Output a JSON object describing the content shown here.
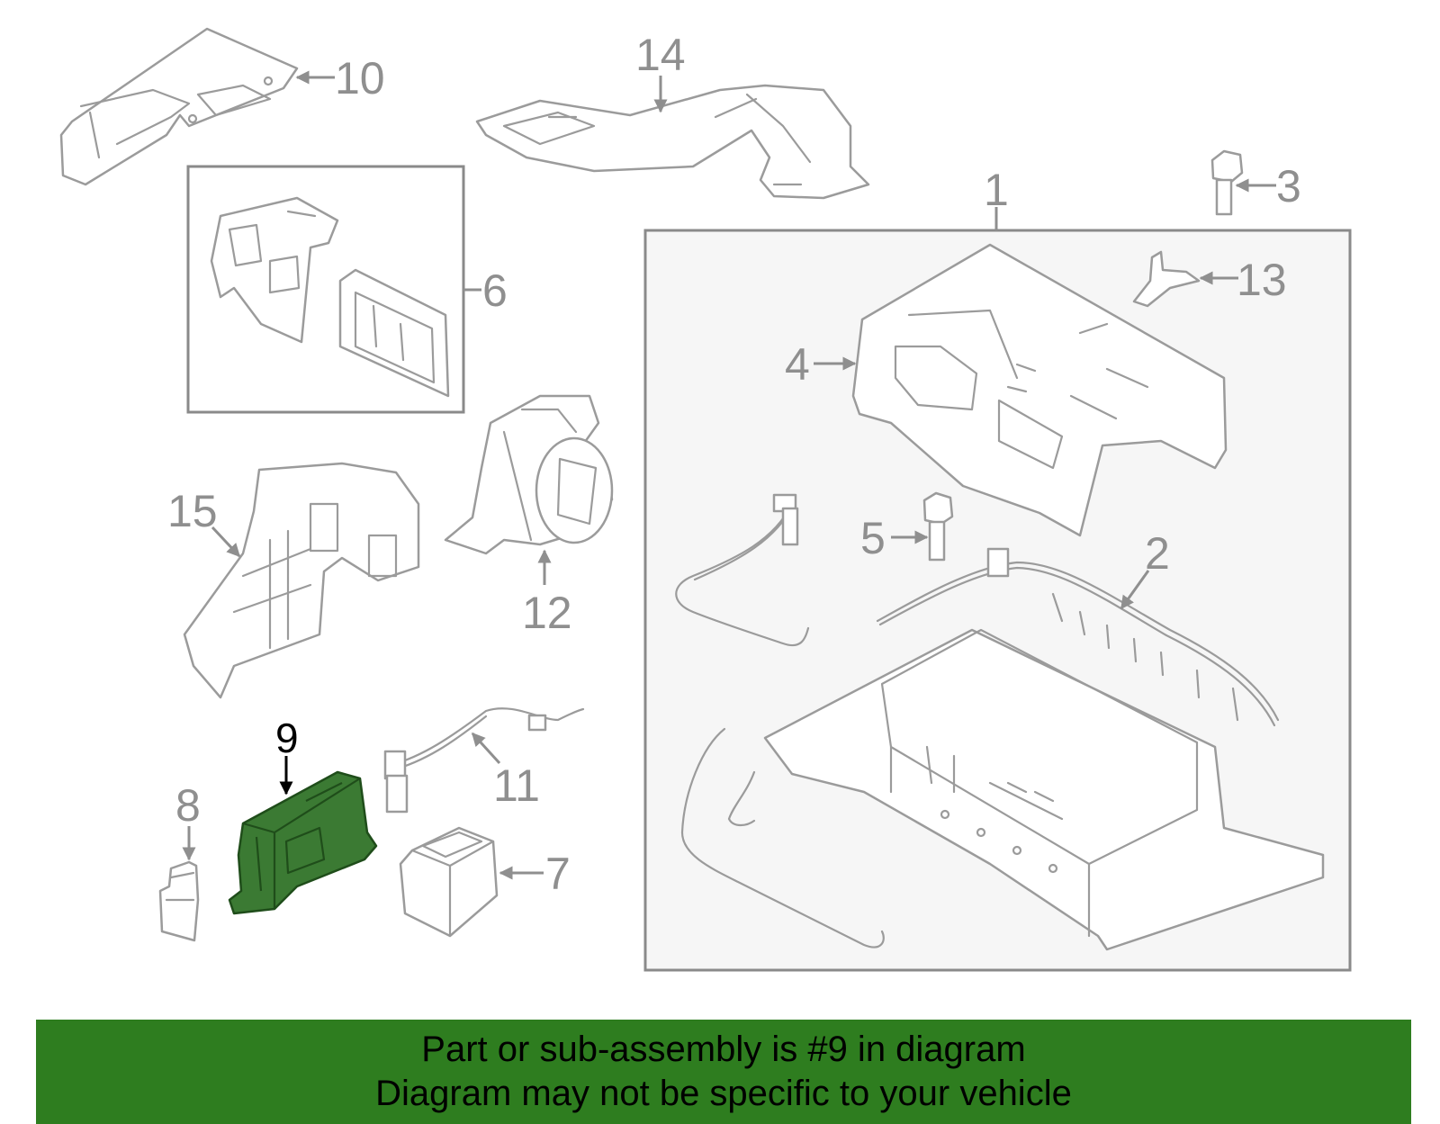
{
  "callouts": {
    "c1": "1",
    "c2": "2",
    "c3": "3",
    "c4": "4",
    "c5": "5",
    "c6": "6",
    "c7": "7",
    "c8": "8",
    "c9": "9",
    "c10": "10",
    "c11": "11",
    "c12": "12",
    "c13": "13",
    "c14": "14",
    "c15": "15"
  },
  "highlight": {
    "part_number": "9",
    "color": "#3b7a33"
  },
  "banner": {
    "line1": "Part or sub-assembly is #9 in diagram",
    "line2": "Diagram may not be specific to your vehicle",
    "color": "#2e7d1f"
  }
}
